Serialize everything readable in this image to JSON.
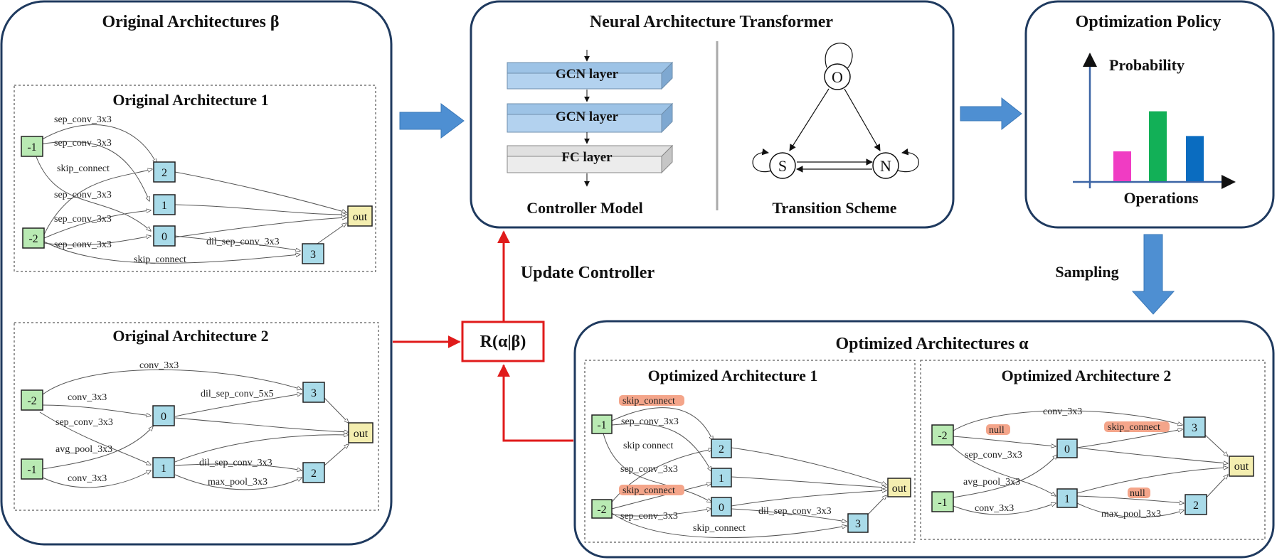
{
  "original_panel": {
    "title": "Original Architectures β",
    "arch1": {
      "title": "Original Architecture 1",
      "nodes": [
        "-1",
        "-2",
        "2",
        "1",
        "0",
        "3",
        "out"
      ],
      "edges": [
        "sep_conv_3x3",
        "sep_conv_3x3",
        "skip_connect",
        "sep_conv_3x3",
        "sep_conv_3x3",
        "sep_conv_3x3",
        "dil_sep_conv_3x3",
        "skip_connect"
      ]
    },
    "arch2": {
      "title": "Original Architecture 2",
      "nodes": [
        "-2",
        "-1",
        "0",
        "1",
        "3",
        "2",
        "out"
      ],
      "edges": [
        "conv_3x3",
        "conv_3x3",
        "sep_conv_3x3",
        "dil_sep_conv_5x5",
        "avg_pool_3x3",
        "conv_3x3",
        "dil_sep_conv_3x3",
        "max_pool_3x3"
      ]
    }
  },
  "nat_panel": {
    "title": "Neural Architecture  Transformer",
    "layers": [
      "GCN layer",
      "GCN layer",
      "FC layer"
    ],
    "controller_label": "Controller Model",
    "states": [
      "O",
      "S",
      "N"
    ],
    "transition_label": "Transition Scheme"
  },
  "policy_panel": {
    "title": "Optimization Policy",
    "y_label": "Probability",
    "x_label": "Operations"
  },
  "chart_data": {
    "type": "bar",
    "categories": [
      "",
      "",
      ""
    ],
    "values": [
      0.35,
      0.82,
      0.53
    ],
    "colors": [
      "#f03cc3",
      "#12b057",
      "#0a6cc0"
    ],
    "xlabel": "Operations",
    "ylabel": "Probability"
  },
  "reward": {
    "label": "R(α|β)",
    "update_label": "Update Controller"
  },
  "sampling_label": "Sampling",
  "optimized_panel": {
    "title": "Optimized Architectures α",
    "arch1": {
      "title": "Optimized Architecture 1",
      "nodes": [
        "-1",
        "-2",
        "2",
        "1",
        "0",
        "3",
        "out"
      ],
      "edges": [
        "skip_connect",
        "sep_conv_3x3",
        "skip connect",
        "sep_conv_3x3",
        "skip_connect",
        "sep_conv_3x3",
        "dil_sep_conv_3x3",
        "skip_connect"
      ]
    },
    "arch2": {
      "title": "Optimized Architecture 2",
      "nodes": [
        "-2",
        "-1",
        "0",
        "1",
        "3",
        "2",
        "out"
      ],
      "edges": [
        "conv_3x3",
        "null",
        "skip_connect",
        "sep_conv_3x3",
        "avg_pool_3x3",
        "conv_3x3",
        "null",
        "max_pool_3x3"
      ]
    }
  },
  "colors": {
    "panel_border": "#1f3a5f",
    "input_node": "#b9eab3",
    "inter_node": "#a9dbe9",
    "out_node": "#f4eeb0",
    "arrow_blue": "#4e8fd2",
    "reward_red": "#e01b1b",
    "highlight": "#f4a58a"
  }
}
